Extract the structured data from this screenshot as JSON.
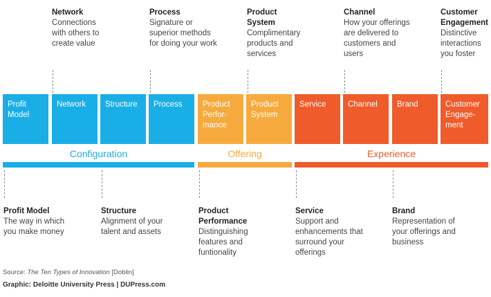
{
  "top_descriptions": [
    {
      "title": "Network",
      "body": "Connections with others to create value"
    },
    {
      "title": "Process",
      "body": "Signature or superior methods for doing your work"
    },
    {
      "title": "Product System",
      "body": "Complimentary products and services"
    },
    {
      "title": "Channel",
      "body": "How your offerings are delivered to customers and users"
    },
    {
      "title": "Customer Engagement",
      "body": "Distinctive interactions you foster"
    }
  ],
  "boxes": [
    {
      "label": "Profit Model",
      "color": "#1aaee6"
    },
    {
      "label": "Network",
      "color": "#1aaee6"
    },
    {
      "label": "Structure",
      "color": "#1aaee6"
    },
    {
      "label": "Process",
      "color": "#1aaee6"
    },
    {
      "label": "Product Perfor-mance",
      "color": "#f6aa3e"
    },
    {
      "label": "Product System",
      "color": "#f6aa3e"
    },
    {
      "label": "Service",
      "color": "#ef5b2a"
    },
    {
      "label": "Channel",
      "color": "#ef5b2a"
    },
    {
      "label": "Brand",
      "color": "#ef5b2a"
    },
    {
      "label": "Customer Engage-ment",
      "color": "#ef5b2a"
    }
  ],
  "groups": [
    {
      "label": "Configuration",
      "color": "#1aaee6"
    },
    {
      "label": "Offering",
      "color": "#f6aa3e"
    },
    {
      "label": "Experience",
      "color": "#ef5b2a"
    }
  ],
  "bottom_descriptions": [
    {
      "title": "Profit Model",
      "body": "The way in which you make money"
    },
    {
      "title": "Structure",
      "body": "Alignment of your talent and assets"
    },
    {
      "title": "Product Performance",
      "body": "Distinguishing features and funtionality"
    },
    {
      "title": "Service",
      "body": "Support and enhancements that surround your offerings"
    },
    {
      "title": "Brand",
      "body": "Representation of your offerings and business"
    }
  ],
  "footer": {
    "source_prefix": "Source: ",
    "source_title": "The Ten Types of Innovation",
    "source_suffix": " [Doblin]",
    "credit": "Graphic: Deloitte University Press  |  DUPress.com"
  }
}
